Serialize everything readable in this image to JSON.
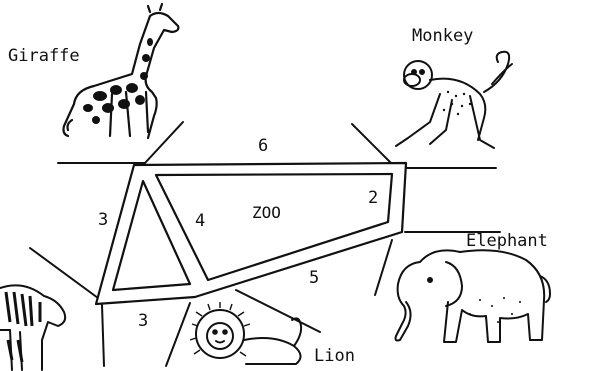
{
  "animals": {
    "giraffe": "Giraffe",
    "monkey": "Monkey",
    "elephant": "Elephant",
    "lion": "Lion"
  },
  "zoo_label": "ZOO",
  "path_lengths": {
    "top": "6",
    "right": "2",
    "inner_left": "3",
    "inner_diag": "4",
    "bottom": "5",
    "lower_left": "3"
  },
  "colors": {
    "ink": "#111111",
    "paper": "#ffffff"
  }
}
